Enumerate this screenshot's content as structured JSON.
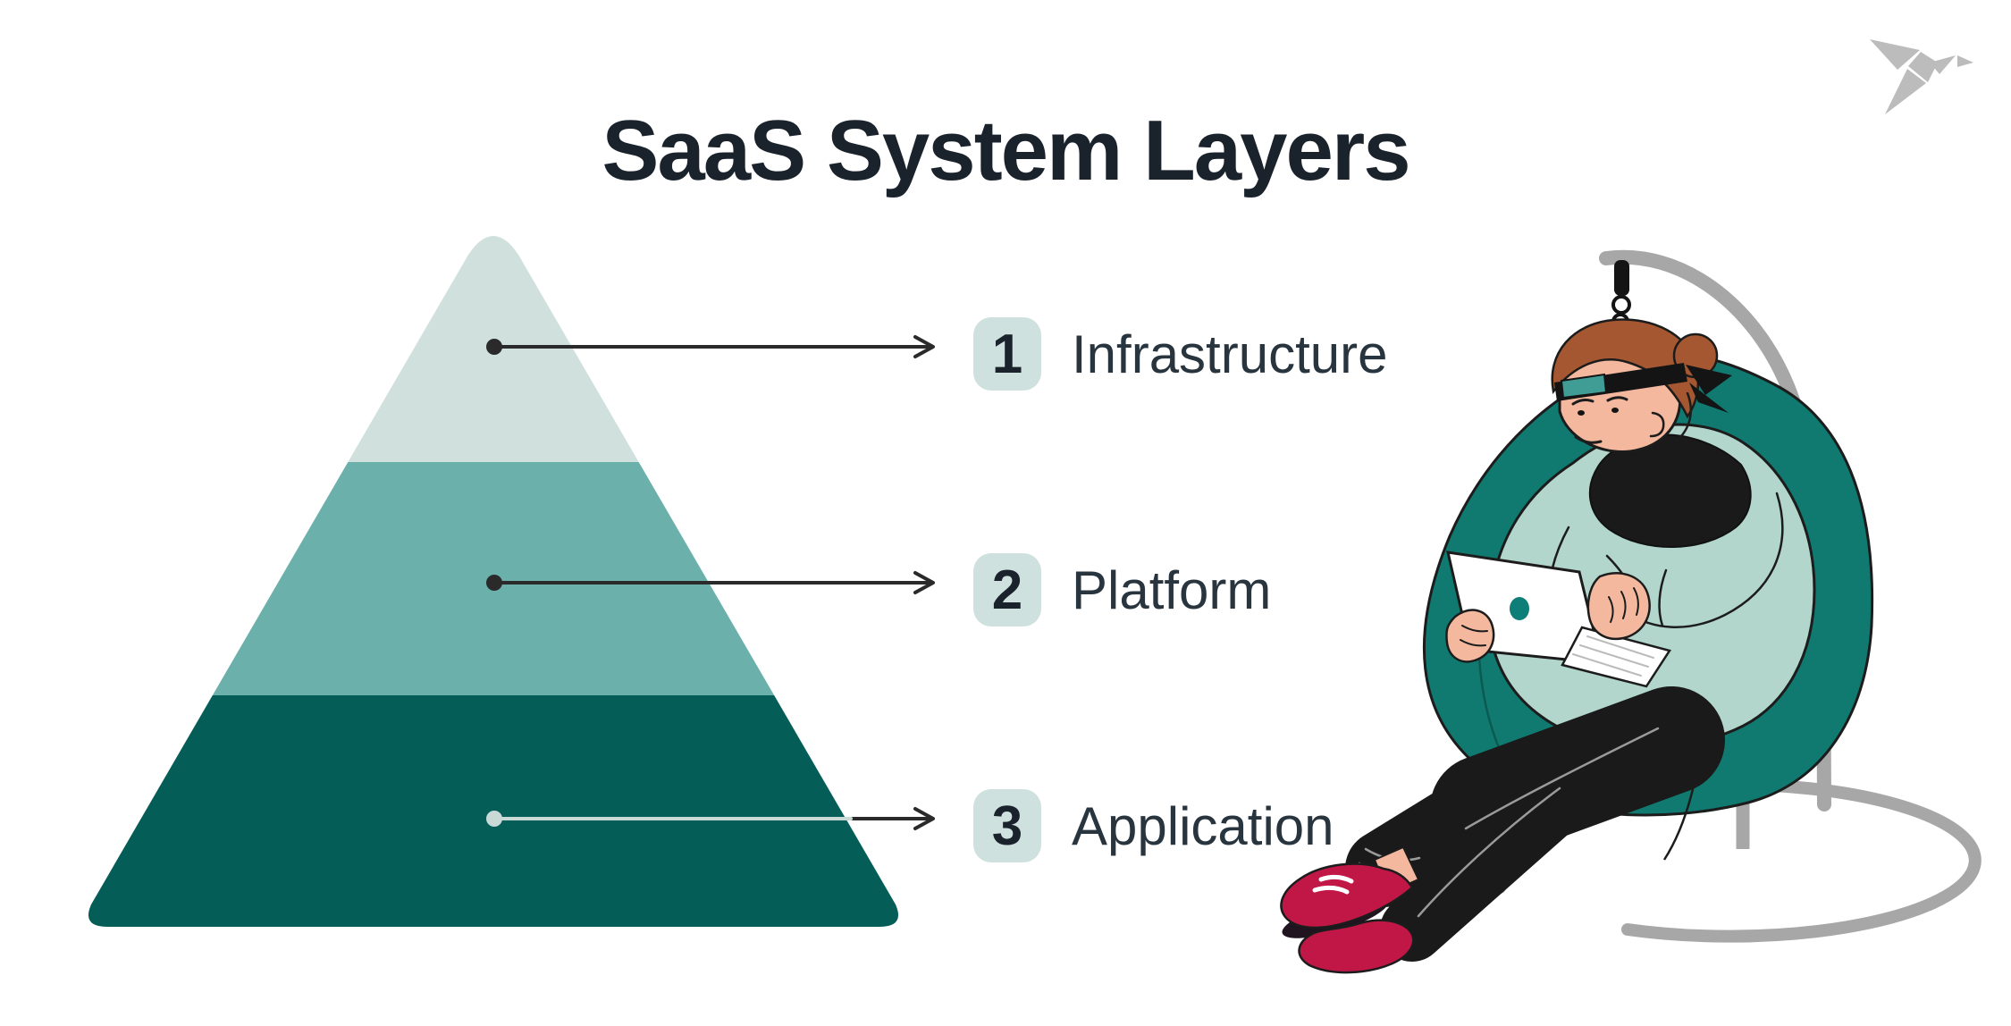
{
  "title": {
    "text": "SaaS System Layers",
    "color": "#1a222c"
  },
  "logo": {
    "name": "origami-bird-logo",
    "color": "#bcbcbc"
  },
  "pyramid": {
    "type": "pyramid",
    "levels": [
      {
        "number": "1",
        "label": "Infrastructure",
        "band_color": "#cfe0dd"
      },
      {
        "number": "2",
        "label": "Platform",
        "band_color": "#6bb0ab"
      },
      {
        "number": "3",
        "label": "Application",
        "band_color": "#055d58"
      }
    ],
    "badge_bg": "#cfe1de",
    "badge_text_color": "#1a222c",
    "label_color": "#28343e",
    "connector_color": "#2a2a2a",
    "connector_light_color": "#c9d9d6"
  },
  "illustration": {
    "name": "person-working-on-laptop-in-hanging-egg-chair",
    "chair_color": "#107a70",
    "stand_color": "#a7a7a7",
    "sweater_color": "#b2d6cb",
    "skin_color": "#f3b89e",
    "hair_color": "#a45730",
    "pants_color": "#1a1a1a",
    "scarf_color": "#1a1a1a",
    "headband_color": "#141414",
    "visor_color": "#3f9d96",
    "shoes_color": "#c11747",
    "laptop_color": "#ffffff",
    "laptop_logo_color": "#0e7f78"
  }
}
